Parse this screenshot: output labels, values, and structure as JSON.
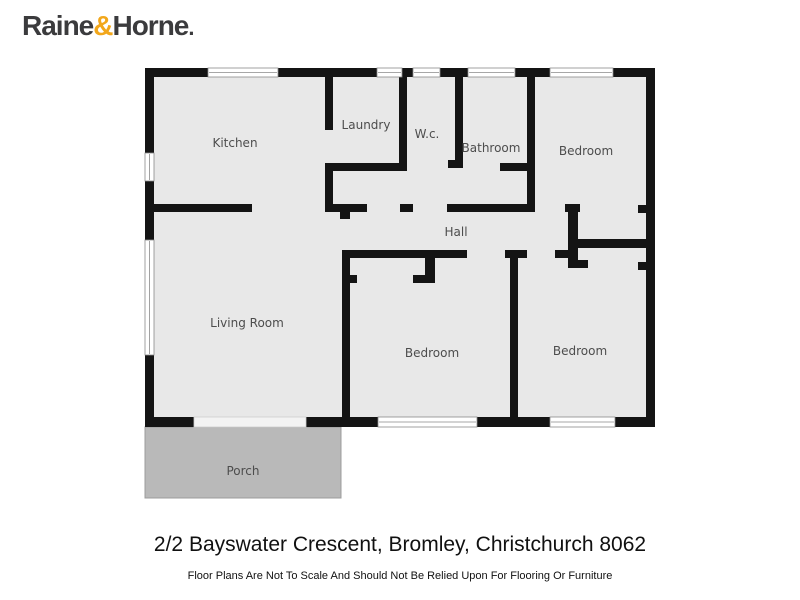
{
  "logo": {
    "raine": "Raine",
    "ampersand": "&",
    "horne": "Horne",
    "period": ".",
    "text_color": "#3B3B3D",
    "amp_color": "#F2A71B"
  },
  "floor_plan": {
    "rooms": [
      {
        "id": "kitchen",
        "label": "Kitchen"
      },
      {
        "id": "laundry",
        "label": "Laundry"
      },
      {
        "id": "wc",
        "label": "W.c."
      },
      {
        "id": "bathroom",
        "label": "Bathroom"
      },
      {
        "id": "bedroom-top",
        "label": "Bedroom"
      },
      {
        "id": "hall",
        "label": "Hall"
      },
      {
        "id": "living-room",
        "label": "Living Room"
      },
      {
        "id": "bedroom-left",
        "label": "Bedroom"
      },
      {
        "id": "bedroom-right",
        "label": "Bedroom"
      },
      {
        "id": "porch",
        "label": "Porch"
      }
    ],
    "colors": {
      "floor": "#E8E8E8",
      "wall": "#141414",
      "porch": "#B9B9B9",
      "window": "#FFFFFF",
      "label": "#4D4D4D"
    }
  },
  "address": "2/2 Bayswater Crescent, Bromley, Christchurch 8062",
  "disclaimer": "Floor Plans Are Not To Scale And Should Not Be Relied Upon For Flooring Or Furniture"
}
